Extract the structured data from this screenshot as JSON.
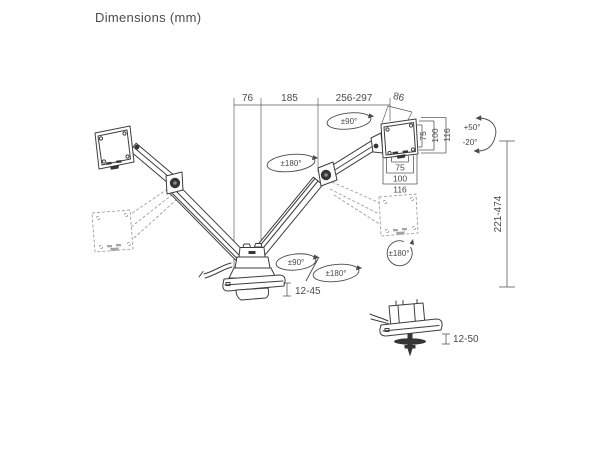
{
  "title": "Dimensions (mm)",
  "colors": {
    "line": "#3d3d3d",
    "text": "#4a4a4a",
    "ghost": "#9e9e9e",
    "background": "#ffffff"
  },
  "dims": {
    "arm_front": "76",
    "arm_mid": "185",
    "arm_reach": "256-297",
    "head_depth": "86",
    "vesa_v": {
      "a": "75",
      "b": "100",
      "c": "116"
    },
    "vesa_h": {
      "a": "75",
      "b": "100",
      "c": "116"
    },
    "height_range": "221-474",
    "clamp_range": "12-45",
    "grommet_range": "12-50"
  },
  "angles": {
    "swivel_arm": "±90°",
    "swivel_elbow": "±180°",
    "tilt_up": "+50°",
    "tilt_down": "-20°",
    "swivel_base": "±90°",
    "rotate_base": "±180°",
    "rotate_vesa": "±180°"
  }
}
